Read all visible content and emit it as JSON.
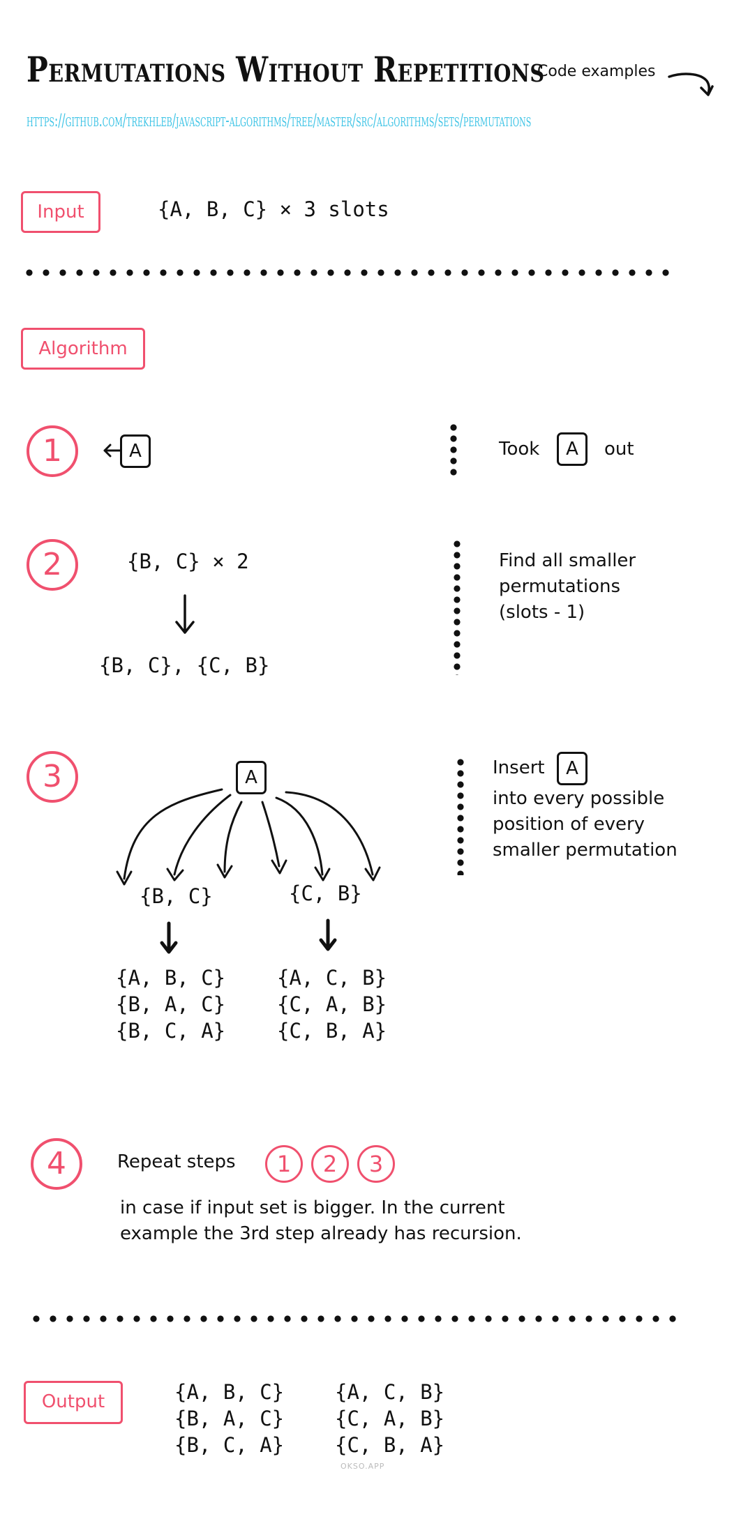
{
  "header": {
    "title": "Permutations Without Repetitions",
    "code_examples": "Code examples",
    "url": "https://github.com/trekhleb/javascript-algorithms/tree/master/src/algorithms/sets/permutations"
  },
  "input": {
    "label": "Input",
    "value": "{A, B, C} × 3 slots"
  },
  "algorithm": {
    "label": "Algorithm"
  },
  "step1": {
    "number": "1",
    "box": "A",
    "note_before": "Took",
    "note_box": "A",
    "note_after": "out"
  },
  "step2": {
    "number": "2",
    "input": "{B, C} × 2",
    "result": "{B, C}, {C, B}",
    "note_lines": [
      "Find all smaller",
      "permutations",
      "(slots - 1)"
    ]
  },
  "step3": {
    "number": "3",
    "box": "A",
    "left_set": "{B, C}",
    "right_set": "{C, B}",
    "left_results": [
      "{A, B, C}",
      "{B, A, C}",
      "{B, C, A}"
    ],
    "right_results": [
      "{A, C, B}",
      "{C, A, B}",
      "{C, B, A}"
    ],
    "note_insert": "Insert",
    "note_box": "A",
    "note_lines": [
      "into every possible",
      "position of every",
      "smaller permutation"
    ]
  },
  "step4": {
    "number": "4",
    "label": "Repeat steps",
    "refs": [
      "1",
      "2",
      "3"
    ],
    "description_lines": [
      "in case if input set is bigger. In the current",
      "example the 3rd step already has recursion."
    ]
  },
  "output": {
    "label": "Output",
    "left": [
      "{A, B, C}",
      "{B, A, C}",
      "{B, C, A}"
    ],
    "right": [
      "{A, C, B}",
      "{C, A, B}",
      "{C, B, A}"
    ]
  },
  "watermark": "OKSO.APP",
  "colors": {
    "accent": "#f0506e",
    "link": "#3fc4e6",
    "ink": "#111111"
  }
}
